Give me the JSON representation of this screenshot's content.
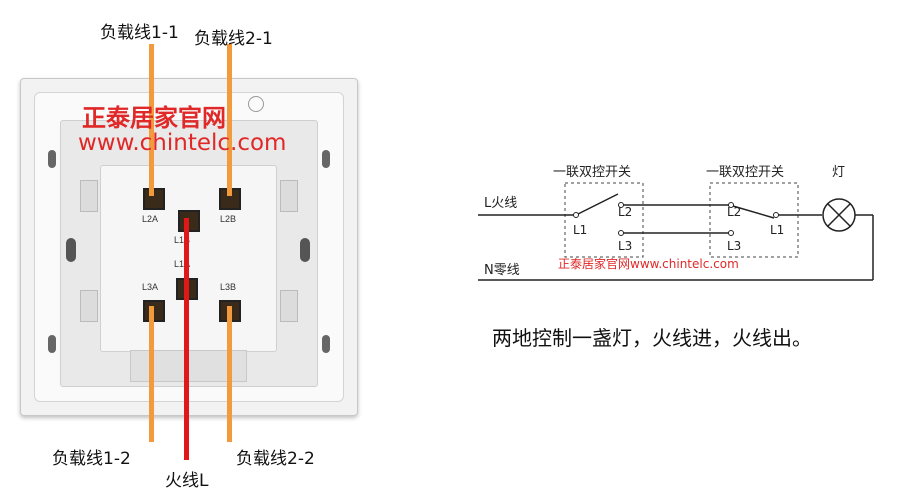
{
  "labels": {
    "load_1_1": "负载线1-1",
    "load_2_1": "负载线2-1",
    "load_1_2": "负载线1-2",
    "load_2_2": "负载线2-2",
    "live_L": "火线L"
  },
  "watermark": {
    "name": "正泰居家官网",
    "url": "www.chintelc.com",
    "combined": "正泰居家官网www.chintelc.com"
  },
  "terminals": {
    "L2A": "L2A",
    "L2B": "L2B",
    "L1B": "L1B",
    "L1A": "L1A",
    "L3A": "L3A",
    "L3B": "L3B"
  },
  "schematic": {
    "switch1_title": "一联双控开关",
    "switch2_title": "一联双控开关",
    "lamp_label": "灯",
    "live_label": "L火线",
    "neutral_label": "N零线",
    "s1_L1": "L1",
    "s1_L2": "L2",
    "s1_L3": "L3",
    "s2_L2": "L2",
    "s2_L3": "L3",
    "s2_L1": "L1"
  },
  "caption": "两地控制一盏灯，火线进，火线出。",
  "colors": {
    "load_wire": "#f39a3c",
    "live_wire": "#e01818",
    "brand_red": "#e02828"
  }
}
